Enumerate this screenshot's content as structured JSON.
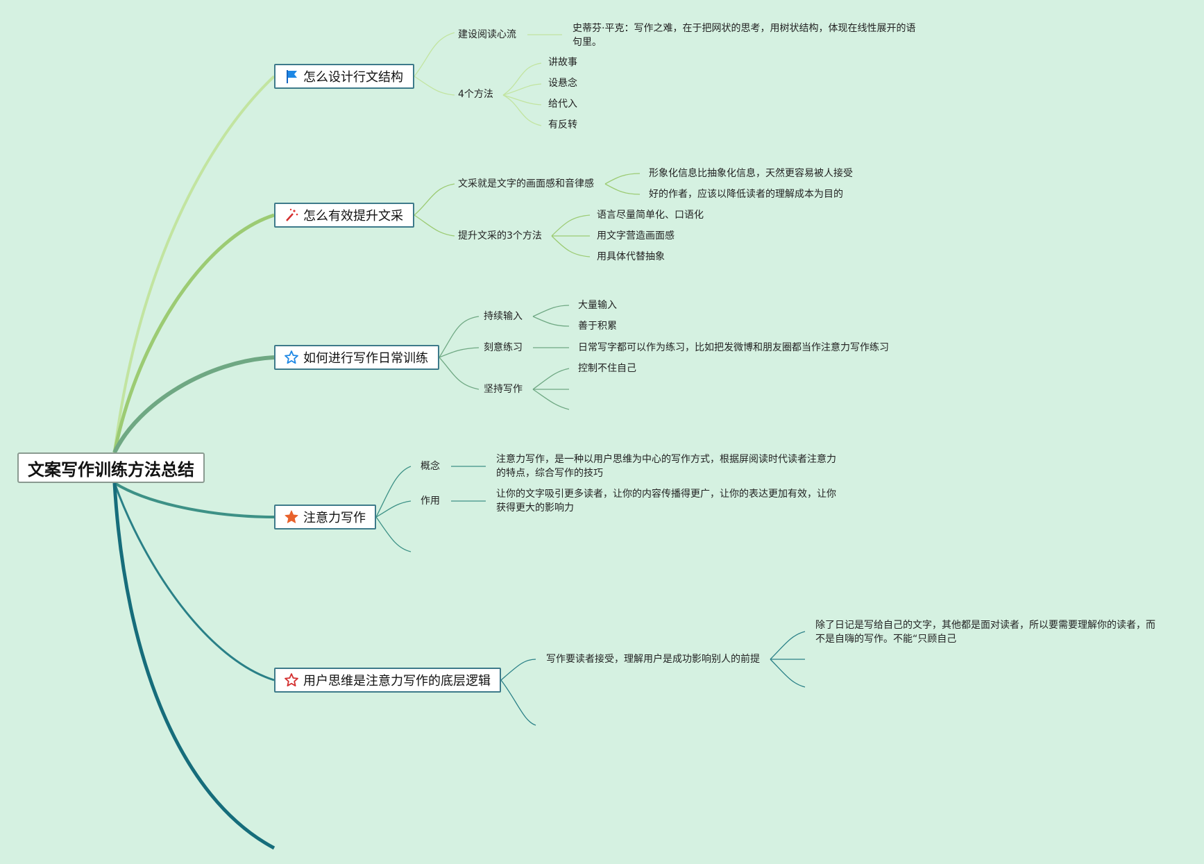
{
  "root": {
    "label": "文案写作训练方法总结"
  },
  "colors": {
    "background": "#d5f1e1",
    "b1_line": "#c2e4a0",
    "b2_line": "#9ccb73",
    "b3_line": "#6fa883",
    "b4_line": "#3d9186",
    "b5_line": "#2a8087",
    "b6_line": "#166d7b"
  },
  "branches": [
    {
      "label": "怎么设计行文结构",
      "icon": "flag-icon",
      "children": [
        {
          "label": "建设阅读心流",
          "children": [
            {
              "label": "史蒂芬·平克：写作之难，在于把网状的思考，用树状结构，体现在线性展开的语句里。"
            }
          ]
        },
        {
          "label": "4个方法",
          "children": [
            {
              "label": "讲故事"
            },
            {
              "label": "设悬念"
            },
            {
              "label": "给代入"
            },
            {
              "label": "有反转"
            }
          ]
        }
      ]
    },
    {
      "label": "怎么有效提升文采",
      "icon": "magic-wand-icon",
      "children": [
        {
          "label": "文采就是文字的画面感和音律感",
          "children": [
            {
              "label": "形象化信息比抽象化信息，天然更容易被人接受"
            },
            {
              "label": "好的作者，应该以降低读者的理解成本为目的"
            }
          ]
        },
        {
          "label": "提升文采的3个方法",
          "children": [
            {
              "label": "语言尽量简单化、口语化"
            },
            {
              "label": "用文字营造画面感"
            },
            {
              "label": "用具体代替抽象"
            }
          ]
        }
      ]
    },
    {
      "label": "如何进行写作日常训练",
      "icon": "star-outline-icon",
      "children": [
        {
          "label": "持续输入",
          "children": [
            {
              "label": "大量输入"
            },
            {
              "label": "善于积累"
            }
          ]
        },
        {
          "label": "刻意练习",
          "children": [
            {
              "label": "日常写字都可以作为练习，比如把发微博和朋友圈都当作注意力写作练习"
            }
          ]
        },
        {
          "label": "坚持写作",
          "children": [
            {
              "label": "控制不住自己"
            }
          ]
        }
      ]
    },
    {
      "label": "注意力写作",
      "icon": "star-filled-icon",
      "children": [
        {
          "label": "概念",
          "children": [
            {
              "label": "注意力写作，是一种以用户思维为中心的写作方式，根据屏阅读时代读者注意力的特点，综合写作的技巧"
            }
          ]
        },
        {
          "label": "作用",
          "children": [
            {
              "label": "让你的文字吸引更多读者，让你的内容传播得更广，让你的表达更加有效，让你获得更大的影响力"
            }
          ]
        }
      ]
    },
    {
      "label": "用户思维是注意力写作的底层逻辑",
      "icon": "star-red-outline-icon",
      "children": [
        {
          "label": "写作要读者接受，理解用户是成功影响别人的前提",
          "children": [
            {
              "label": "除了日记是写给自己的文字，其他都是面对读者，所以要需要理解你的读者，而不是自嗨的写作。不能“只顾自己"
            }
          ]
        }
      ]
    }
  ]
}
